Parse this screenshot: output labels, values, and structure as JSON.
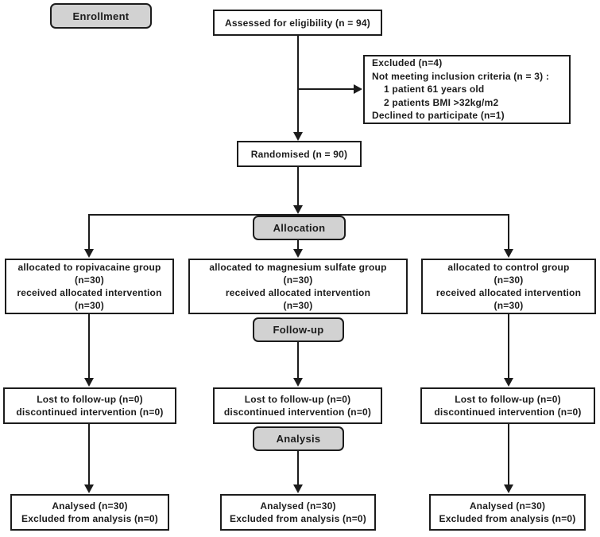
{
  "colors": {
    "box_border": "#1c1c1c",
    "box_background": "#ffffff",
    "stage_label_fill": "#d2d2d2",
    "text": "#1c1c1c",
    "connector": "#1c1c1c"
  },
  "stages": {
    "enrollment": "Enrollment",
    "allocation": "Allocation",
    "follow_up": "Follow-up",
    "analysis": "Analysis"
  },
  "enrollment": {
    "assessed": "Assessed for eligibility (n = 94)",
    "randomised": "Randomised (n = 90)",
    "excluded": {
      "line1": "Excluded (n=4)",
      "line2": "Not meeting inclusion criteria (n = 3) :",
      "line3": "1 patient 61 years old",
      "line4": "2 patients BMI >32kg/m2",
      "line5": "Declined to participate (n=1)"
    }
  },
  "groups": [
    {
      "name": "ropivacaine",
      "allocation": [
        "allocated to ropivacaine group",
        "(n=30)",
        "received allocated intervention",
        "(n=30)"
      ],
      "follow_up": [
        "Lost to follow-up (n=0)",
        "discontinued intervention (n=0)"
      ],
      "analysis": [
        "Analysed (n=30)",
        "Excluded from analysis (n=0)"
      ]
    },
    {
      "name": "magnesium sulfate",
      "allocation": [
        "allocated to magnesium sulfate group",
        "(n=30)",
        "received allocated intervention",
        "(n=30)"
      ],
      "follow_up": [
        "Lost to follow-up (n=0)",
        "discontinued intervention (n=0)"
      ],
      "analysis": [
        "Analysed (n=30)",
        "Excluded from analysis (n=0)"
      ]
    },
    {
      "name": "control",
      "allocation": [
        "allocated to control group",
        "(n=30)",
        "received allocated intervention",
        "(n=30)"
      ],
      "follow_up": [
        "Lost to follow-up (n=0)",
        "discontinued intervention (n=0)"
      ],
      "analysis": [
        "Analysed (n=30)",
        "Excluded from analysis (n=0)"
      ]
    }
  ]
}
